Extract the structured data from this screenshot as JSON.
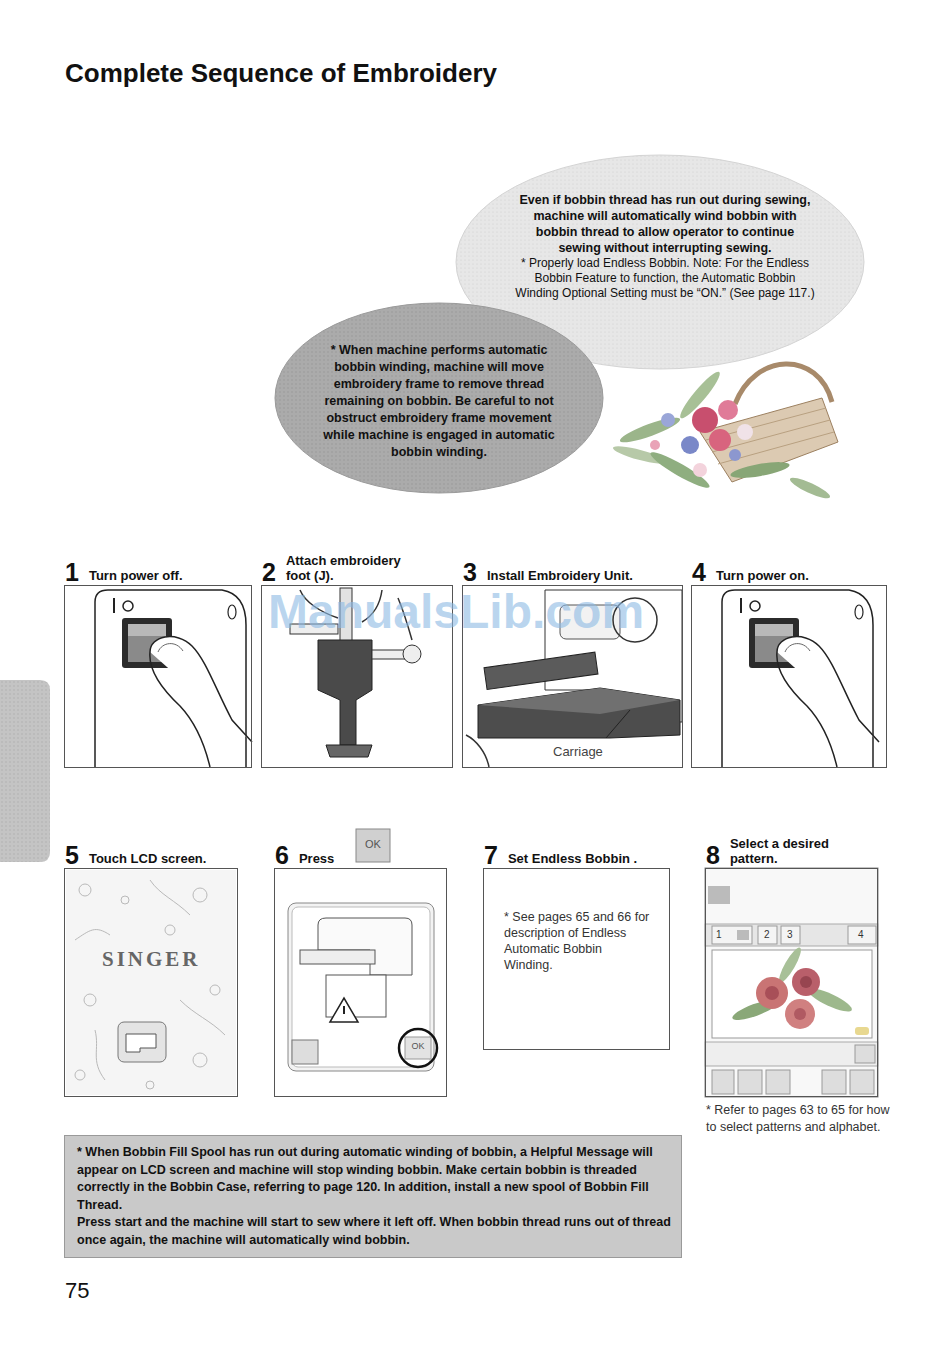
{
  "diagram": {
    "title": "Complete Sequence of Embroidery",
    "nodes": [
      {
        "text": [
          "Even if bobbin thread has run out during sewing, machine will automatically wind bobbin with bobbin thread to allow operator to continue sewing without interrupting sewing.",
          "* Properly load Endless Bobbin. Note: For the Endless Bobbin Feature to function, the Automatic Bobbin Winding Optional Setting must be “ON.” (See page 117.)"
        ]
      },
      {
        "text": [
          "* When machine performs automatic bobbin winding, machine will move embroidery frame to remove thread remaining on bobbin. Be careful to not obstruct embroidery frame movement while machine is engaged in automatic bobbin winding."
        ]
      },
      {
        "text": [
          "1",
          "Turn power off."
        ]
      },
      {
        "text": [
          "2",
          "Attach embroidery foot (J)."
        ]
      },
      {
        "text": [
          "3",
          "Install Embroidery Unit."
        ]
      },
      {
        "text": [
          "4",
          "Turn power on."
        ]
      },
      {
        "text": [
          "5",
          "Touch LCD screen."
        ]
      },
      {
        "text": [
          "6",
          "Press"
        ]
      },
      {
        "text": [
          "7",
          "Set Endless Bobbin .",
          "* See pages 65 and 66 for description of Endless Automatic Bobbin Winding."
        ]
      },
      {
        "text": [
          "8",
          "Select a desired pattern."
        ]
      },
      {
        "text": [
          "* When Bobbin Fill Spool has run out during automatic winding of bobbin, a Helpful Message will appear on LCD screen and machine will stop winding bobbin. Make certain bobbin is threaded correctly in the Bobbin Case, referring to page 120. In addition, install a new spool of Bobbin Fill Thread.",
          "Press start and the machine will start to sew where it left off. When bobbin thread runs out of thread once again, the machine will automatically wind bobbin."
        ]
      }
    ],
    "labels": [
      "ManualsLib.com",
      "Carriage",
      "SINGER",
      "OK",
      "OK",
      "1",
      "2",
      "3",
      "4",
      "* Refer to pages 63 to 65 for how to select patterns and alphabet.",
      "75"
    ]
  }
}
